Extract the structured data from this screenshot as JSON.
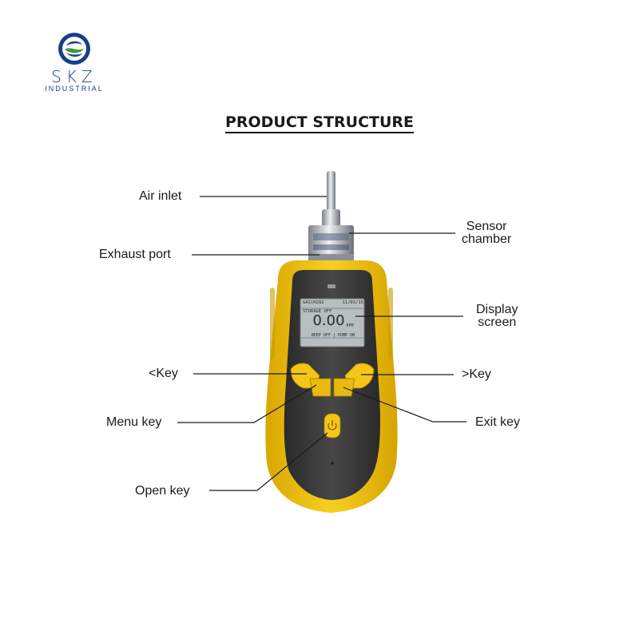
{
  "brand": {
    "name": "SKZ",
    "subtitle": "INDUSTRIAL",
    "color": "#173f8a",
    "accent": "#3a9a3a"
  },
  "title": "PRODUCT STRUCTURE",
  "labels": {
    "air_inlet": "Air inlet",
    "exhaust_port": "Exhaust port",
    "sensor_chamber": [
      "Sensor",
      "chamber"
    ],
    "display_screen": [
      "Display",
      "screen"
    ],
    "left_key": "<Key",
    "right_key": ">Key",
    "menu_key": "Menu key",
    "exit_key": "Exit key",
    "open_key": "Open key"
  },
  "screen": {
    "top_left": "GAS(H2O2",
    "top_right": "11/03/15",
    "status": "STORAGE OFF",
    "reading": "0.00",
    "unit": "PPM",
    "bottom": "BEEP OFF | PUMP ON"
  },
  "colors": {
    "body": "#f2c21a",
    "face": "#3c3c3c",
    "screen_bg": "#b8bdbf"
  }
}
